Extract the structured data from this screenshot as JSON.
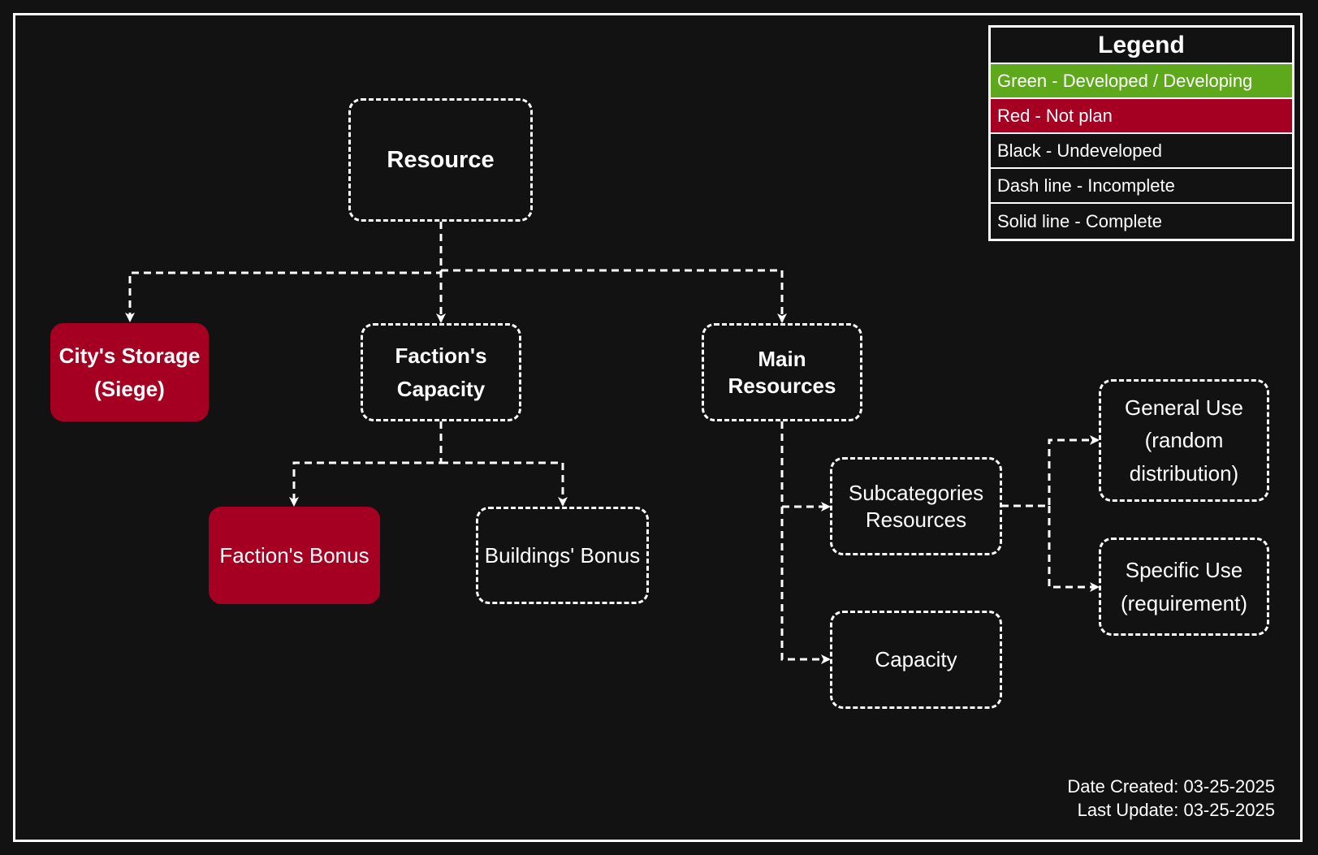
{
  "nodes": {
    "resource": "Resource",
    "city_storage": "City's Storage\n(Siege)",
    "faction_capacity": "Faction's\nCapacity",
    "main_resources": "Main\nResources",
    "faction_bonus": "Faction's Bonus",
    "buildings_bonus": "Buildings' Bonus",
    "subcategories": "Subcategories\nResources",
    "capacity": "Capacity",
    "general_use": "General Use\n(random\ndistribution)",
    "specific_use": "Specific Use\n(requirement)"
  },
  "legend": {
    "title": "Legend",
    "items": [
      {
        "label": "Green - Developed / Developing",
        "color": "#5ea91b"
      },
      {
        "label": "Red - Not plan",
        "color": "#a50021"
      },
      {
        "label": "Black - Undeveloped",
        "color": "#121212"
      },
      {
        "label": "Dash line - Incomplete",
        "color": "#121212"
      },
      {
        "label": "Solid line - Complete",
        "color": "#121212"
      }
    ]
  },
  "footer": {
    "date_created": "Date Created: 03-25-2025",
    "last_update": "Last Update: 03-25-2025"
  },
  "colors": {
    "background": "#121212",
    "not_planned": "#a50021",
    "developed": "#5ea91b",
    "line": "#ffffff"
  }
}
